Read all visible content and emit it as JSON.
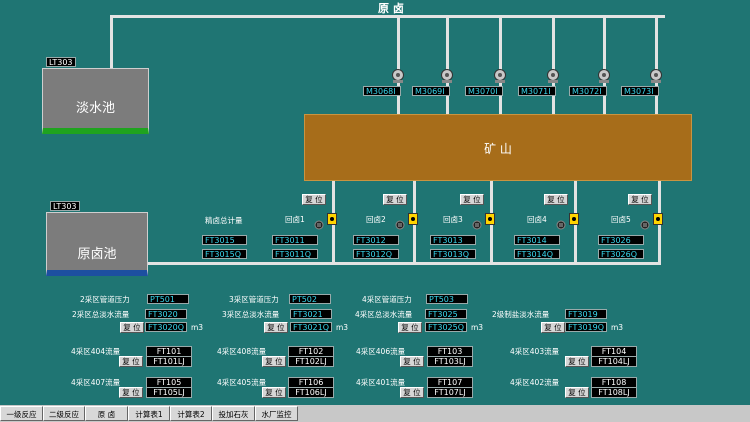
{
  "header": {
    "title": "原 卤"
  },
  "tanks": {
    "fresh": {
      "tag": "LT303",
      "name": "淡水池"
    },
    "brine": {
      "tag": "LT303",
      "name": "原卤池"
    }
  },
  "mine": {
    "label": "矿   山"
  },
  "pumps": [
    "M3068I",
    "M3069I",
    "M3070I",
    "M3071I",
    "M3072I",
    "M3073I"
  ],
  "totals": {
    "label": "精卤总计量",
    "ft": "FT3015",
    "ftq": "FT3015Q"
  },
  "wells": [
    {
      "label": "回卤1",
      "reset": "复 位",
      "ft": "FT3011",
      "ftq": "FT3011Q"
    },
    {
      "label": "回卤2",
      "reset": "复 位",
      "ft": "FT3012",
      "ftq": "FT3012Q"
    },
    {
      "label": "回卤3",
      "reset": "复 位",
      "ft": "FT3013",
      "ftq": "FT3013Q"
    },
    {
      "label": "回卤4",
      "reset": "复 位",
      "ft": "FT3014",
      "ftq": "FT3014Q"
    },
    {
      "label": "回卤5",
      "reset": "复 位",
      "ft": "FT3026",
      "ftq": "FT3026Q"
    }
  ],
  "pressure": [
    {
      "label": "2采区管道压力",
      "tag": "PT501"
    },
    {
      "label": "3采区管道压力",
      "tag": "PT502"
    },
    {
      "label": "4采区管道压力",
      "tag": "PT503"
    }
  ],
  "freshflow": [
    {
      "label": "2采区总淡水流量",
      "tag": "FT3020",
      "reset": "复 位",
      "qtag": "FT3020Q",
      "unit": "m3"
    },
    {
      "label": "3采区总淡水流量",
      "tag": "FT3021",
      "reset": "复 位",
      "qtag": "FT3021Q",
      "unit": "m3"
    },
    {
      "label": "4采区总淡水流量",
      "tag": "FT3025",
      "reset": "复 位",
      "qtag": "FT3025Q",
      "unit": "m3"
    },
    {
      "label": "2级制盐淡水流量",
      "tag": "FT3019",
      "reset": "复 位",
      "qtag": "FT3019Q",
      "unit": "m3"
    }
  ],
  "zones": [
    {
      "label": "4采区404流量",
      "ft": "FT101",
      "lj": "FT101LJ",
      "reset": "复 位"
    },
    {
      "label": "4采区408流量",
      "ft": "FT102",
      "lj": "FT102LJ",
      "reset": "复 位"
    },
    {
      "label": "4采区406流量",
      "ft": "FT103",
      "lj": "FT103LJ",
      "reset": "复 位"
    },
    {
      "label": "4采区403流量",
      "ft": "FT104",
      "lj": "FT104LJ",
      "reset": "复 位"
    },
    {
      "label": "4采区407流量",
      "ft": "FT105",
      "lj": "FT105LJ",
      "reset": "复 位"
    },
    {
      "label": "4采区405流量",
      "ft": "FT106",
      "lj": "FT106LJ",
      "reset": "复 位"
    },
    {
      "label": "4采区401流量",
      "ft": "FT107",
      "lj": "FT107LJ",
      "reset": "复 位"
    },
    {
      "label": "4采区402流量",
      "ft": "FT108",
      "lj": "FT108LJ",
      "reset": "复 位"
    }
  ],
  "tabs": [
    "一级反应",
    "二级反应",
    "原 卤",
    "计算表1",
    "计算表2",
    "投加石灰",
    "水厂监控"
  ],
  "colors": {
    "background": "#1f7573",
    "mine": "#a76d1a",
    "valve": "#ffd400",
    "tag_text": "#38d8ee"
  }
}
